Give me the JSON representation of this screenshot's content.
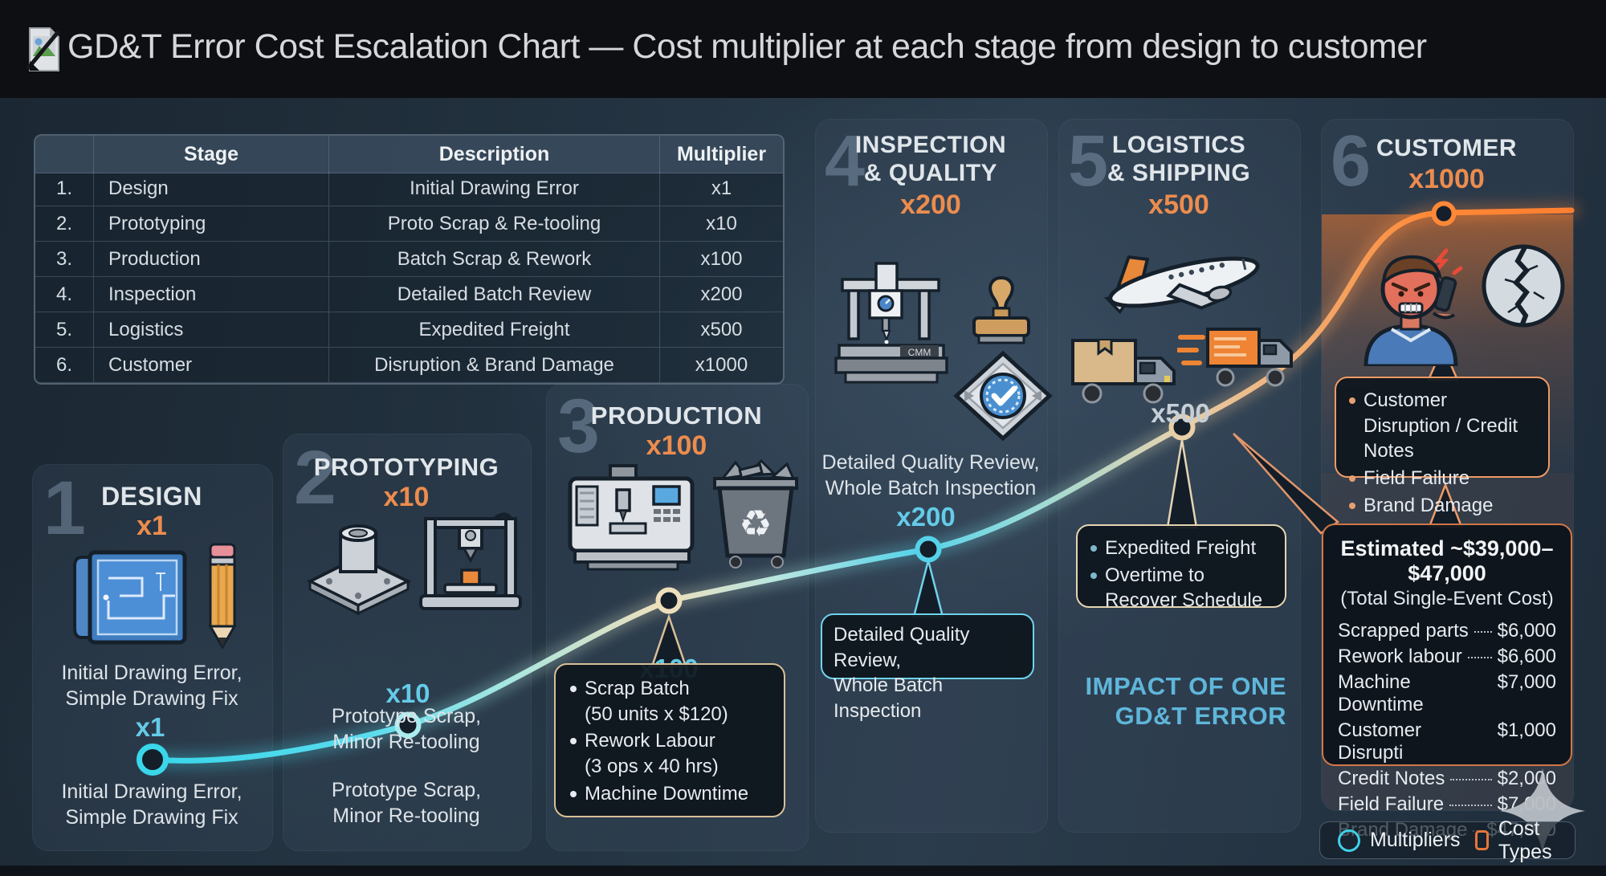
{
  "header": {
    "title": "GD&T Error Cost Escalation Chart — Cost multiplier at each stage from design to customer"
  },
  "table": {
    "headers": [
      "",
      "Stage",
      "Description",
      "Multiplier"
    ],
    "rows": [
      [
        "1.",
        "Design",
        "Initial Drawing Error",
        "x1"
      ],
      [
        "2.",
        "Prototyping",
        "Proto Scrap & Re-tooling",
        "x10"
      ],
      [
        "3.",
        "Production",
        "Batch Scrap & Rework",
        "x100"
      ],
      [
        "4.",
        "Inspection",
        "Detailed Batch Review",
        "x200"
      ],
      [
        "5.",
        "Logistics",
        "Expedited Freight",
        "x500"
      ],
      [
        "6.",
        "Customer",
        "Disruption & Brand Damage",
        "x1000"
      ]
    ]
  },
  "stages": [
    {
      "num": "1",
      "title": "DESIGN",
      "multiplier": "x1",
      "desc": "Initial Drawing Error,\nSimple Drawing Fix",
      "node_label": "x1",
      "below_text": "Initial Drawing Error,\nSimple Drawing Fix"
    },
    {
      "num": "2",
      "title": "PROTOTYPING",
      "multiplier": "x10",
      "desc": "Prototype Scrap,\nMinor Re-tooling",
      "node_label": "x10",
      "below_text": "Prototype Scrap,\nMinor Re-tooling"
    },
    {
      "num": "3",
      "title": "PRODUCTION",
      "multiplier": "x100",
      "node_label": "x100",
      "callout": [
        "Scrap Batch\n(50 units x $120)",
        "Rework Labour\n(3 ops x 40 hrs)",
        "Machine Downtime"
      ]
    },
    {
      "num": "4",
      "title": "INSPECTION\n& QUALITY",
      "multiplier": "x200",
      "desc": "Detailed Quality Review,\nWhole Batch Inspection",
      "node_label": "x200",
      "callout_text": "Detailed Quality Review,\nWhole Batch Inspection"
    },
    {
      "num": "5",
      "title": "LOGISTICS\n& SHIPPING",
      "multiplier": "x500",
      "node_label": "x500",
      "callout": [
        "Expedited Freight",
        "Overtime to Recover Schedule"
      ]
    },
    {
      "num": "6",
      "title": "CUSTOMER",
      "multiplier": "x1000",
      "callout": [
        "Customer Disruption / Credit Notes",
        "Field Failure",
        "Brand Damage"
      ]
    }
  ],
  "impact": {
    "text": "IMPACT OF ONE\nGD&T ERROR"
  },
  "estimate": {
    "title": "Estimated ~$39,000–$47,000",
    "subtitle": "(Total Single-Event Cost)",
    "items": [
      {
        "label": "Scrapped parts",
        "value": "$6,000"
      },
      {
        "label": "Rework labour",
        "value": "$6,600"
      },
      {
        "label": "Machine Downtime",
        "value": "$7,000"
      },
      {
        "label": "Customer Disrupti",
        "value": "$1,000"
      },
      {
        "label": "Credit Notes",
        "value": "$2,000"
      },
      {
        "label": "Field Failure",
        "value": "$7,000"
      },
      {
        "label": "Brand Damage",
        "value": "$47,000"
      }
    ]
  },
  "legend": {
    "items": [
      {
        "label": "Multipliers"
      },
      {
        "label": "Cost Types"
      }
    ]
  },
  "colors": {
    "accent_orange": "#ec8c4e",
    "accent_cyan": "#64cbe8",
    "line_cyan": "#3ad6ea",
    "line_orange": "#ff8836",
    "impact_blue": "#5fb6da"
  },
  "chart_data": {
    "type": "line",
    "title": "GD&T Error Cost Escalation Chart — Cost multiplier at each stage from design to customer",
    "x": [
      "Design",
      "Prototyping",
      "Production",
      "Inspection & Quality",
      "Logistics & Shipping",
      "Customer"
    ],
    "series": [
      {
        "name": "Cost multiplier",
        "values": [
          1,
          10,
          100,
          200,
          500,
          1000
        ]
      }
    ],
    "point_labels": [
      "x1",
      "x10",
      "x100",
      "x200",
      "x500",
      "x1000"
    ],
    "stage_descriptions": [
      "Initial Drawing Error, Simple Drawing Fix",
      "Prototype Scrap, Minor Re-tooling",
      "Scrap Batch (50 units x $120); Rework Labour (3 ops x 40 hrs); Machine Downtime",
      "Detailed Quality Review, Whole Batch Inspection",
      "Expedited Freight; Overtime to Recover Schedule",
      "Customer Disruption / Credit Notes; Field Failure; Brand Damage"
    ],
    "legend": [
      "Multipliers",
      "Cost Types"
    ],
    "estimated_total": "~$39,000–$47,000 (Total Single-Event Cost)",
    "cost_breakdown": {
      "Scrapped parts": 6000,
      "Rework labour": 6600,
      "Machine Downtime": 7000,
      "Customer Disruption": 1000,
      "Credit Notes": 2000,
      "Field Failure": 7000,
      "Brand Damage": 47000
    }
  }
}
